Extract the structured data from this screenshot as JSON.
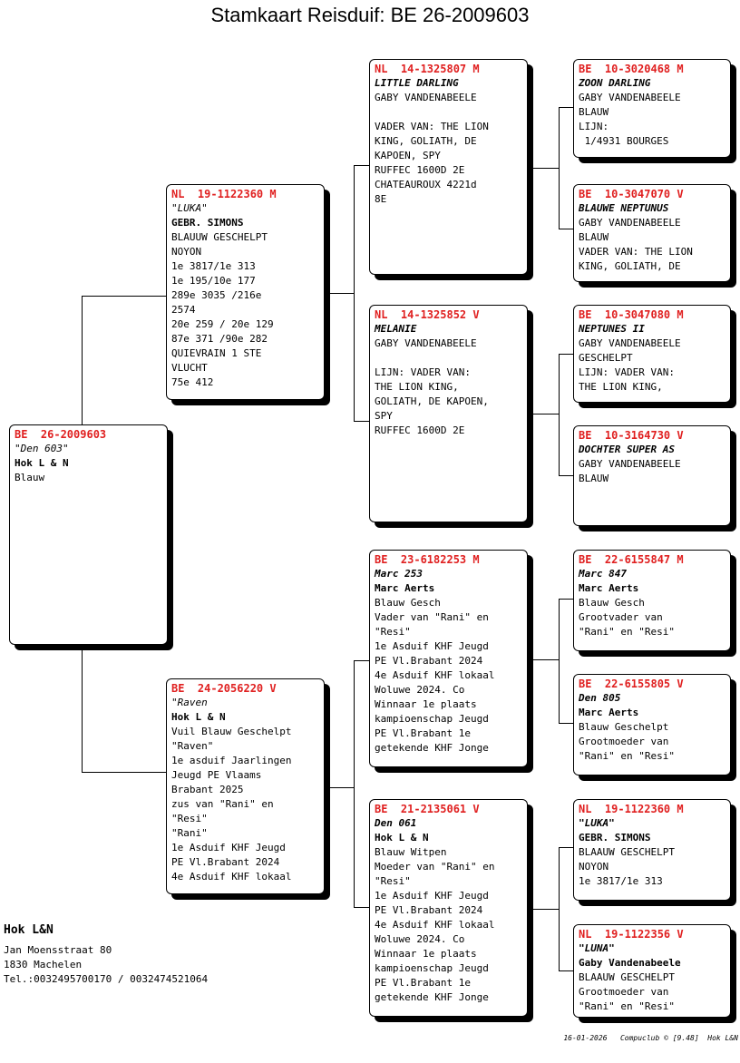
{
  "page": {
    "title": "Stamkaart Reisduif: BE  26-2009603"
  },
  "subject": {
    "ring": "BE  26-2009603",
    "name": "\"Den 603\"",
    "owner": "Hok L & N",
    "lines": [
      "Blauw"
    ]
  },
  "father": {
    "ring": "NL  19-1122360 M",
    "name": "\"LUKA\"",
    "owner": "GEBR. SIMONS",
    "lines": [
      "BLAUUW GESCHELPT",
      "NOYON",
      "1e 3817/1e 313",
      "1e 195/10e 177",
      "289e 3035 /216e",
      "2574",
      "20e 259 / 20e 129",
      "87e 371 /90e 282",
      "QUIEVRAIN 1 STE",
      "VLUCHT",
      "75e 412"
    ]
  },
  "mother": {
    "ring": "BE  24-2056220 V",
    "name": "\"Raven",
    "owner": "Hok L & N",
    "lines": [
      "Vuil Blauw Geschelpt",
      "\"Raven\"",
      "1e asduif Jaarlingen",
      "Jeugd PE Vlaams",
      "Brabant 2025",
      "zus van \"Rani\" en",
      "\"Resi\"",
      "\"Rani\"",
      "1e Asduif KHF Jeugd",
      "PE Vl.Brabant 2024",
      "4e Asduif KHF lokaal"
    ]
  },
  "ff": {
    "ring": "NL  14-1325807 M",
    "name": "LITTLE DARLING",
    "owner": "GABY VANDENABEELE",
    "lines": [
      "",
      "VADER VAN: THE LION",
      "KING, GOLIATH, DE",
      "KAPOEN, SPY",
      "RUFFEC 1600D 2E",
      "CHATEAUROUX 4221d",
      "8E"
    ]
  },
  "fm": {
    "ring": "NL  14-1325852 V",
    "name": "MELANIE",
    "owner": "GABY VANDENABEELE",
    "lines": [
      "",
      "LIJN: VADER VAN:",
      "THE LION KING,",
      "GOLIATH, DE KAPOEN,",
      "SPY",
      "RUFFEC 1600D 2E"
    ]
  },
  "mf": {
    "ring": "BE  23-6182253 M",
    "name": "Marc 253",
    "owner": "Marc Aerts",
    "lines": [
      "Blauw Gesch",
      "Vader van \"Rani\" en",
      "\"Resi\"",
      "1e Asduif KHF Jeugd",
      "PE Vl.Brabant 2024",
      "4e Asduif KHF lokaal",
      "Woluwe 2024. Co",
      "Winnaar 1e plaats",
      "kampioenschap Jeugd",
      "PE Vl.Brabant 1e",
      "getekende KHF Jonge"
    ]
  },
  "mm": {
    "ring": "BE  21-2135061 V",
    "name": "Den 061",
    "owner": "Hok L & N",
    "lines": [
      "Blauw Witpen",
      "Moeder van \"Rani\" en",
      "\"Resi\"",
      "1e Asduif KHF Jeugd",
      "PE Vl.Brabant 2024",
      "4e Asduif KHF lokaal",
      "Woluwe 2024. Co",
      "Winnaar 1e plaats",
      "kampioenschap Jeugd",
      "PE Vl.Brabant 1e",
      "getekende KHF Jonge"
    ]
  },
  "fff": {
    "ring": "BE  10-3020468 M",
    "name": "ZOON DARLING",
    "owner": "GABY VANDENABEELE",
    "lines": [
      "BLAUW",
      "LIJN:",
      " 1/4931 BOURGES"
    ]
  },
  "ffm": {
    "ring": "BE  10-3047070 V",
    "name": "BLAUWE NEPTUNUS",
    "owner": "GABY VANDENABEELE",
    "lines": [
      "BLAUW",
      "VADER VAN: THE LION",
      "KING, GOLIATH, DE"
    ]
  },
  "fmf": {
    "ring": "BE  10-3047080 M",
    "name": "NEPTUNES II",
    "owner": "GABY VANDENABEELE",
    "lines": [
      "GESCHELPT",
      "LIJN: VADER VAN:",
      "THE LION KING,"
    ]
  },
  "fmm": {
    "ring": "BE  10-3164730 V",
    "name": "DOCHTER SUPER AS",
    "owner": "GABY VANDENABEELE",
    "lines": [
      "BLAUW"
    ]
  },
  "mff": {
    "ring": "BE  22-6155847 M",
    "name": "Marc 847",
    "owner": "Marc Aerts",
    "lines": [
      "Blauw Gesch",
      "Grootvader van",
      "\"Rani\" en \"Resi\""
    ]
  },
  "mfm": {
    "ring": "BE  22-6155805 V",
    "name": "Den 805",
    "owner": "Marc Aerts",
    "lines": [
      "Blauw Geschelpt",
      "Grootmoeder van",
      "\"Rani\" en \"Resi\""
    ]
  },
  "mmf": {
    "ring": "NL  19-1122360 M",
    "name": "\"LUKA\"",
    "owner": "GEBR. SIMONS",
    "lines": [
      "BLAAUW GESCHELPT",
      "NOYON",
      "1e 3817/1e 313"
    ]
  },
  "mmm": {
    "ring": "NL  19-1122356 V",
    "name": "\"LUNA\"",
    "owner": "Gaby Vandenabeele",
    "lines": [
      "BLAAUW GESCHELPT",
      "Grootmoeder van",
      "\"Rani\" en \"Resi\""
    ]
  },
  "footer": {
    "name": "Hok L&N",
    "address": "Jan Moensstraat 80",
    "city": "1830  Machelen",
    "phone": "Tel.:0032495700170 / 0032474521064",
    "stamp": "16-01-2026   Compuclub © [9.48]  Hok L&N"
  }
}
